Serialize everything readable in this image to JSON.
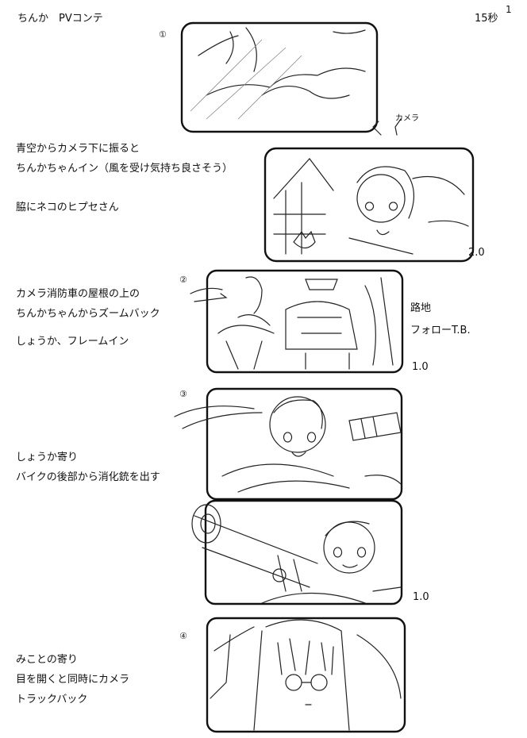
{
  "header": {
    "title": "ちんか　PVコンテ",
    "duration": "15秒",
    "page_number": "1"
  },
  "cuts": [
    {
      "number": "1",
      "notes": [
        "青空からカメラ下に振ると",
        "ちんかちゃんイン（風を受け気持ち良さそう）",
        "脇にネコのヒプセさん"
      ],
      "camera_label": "カメラ",
      "time": "2.0"
    },
    {
      "number": "2",
      "notes": [
        "カメラ消防車の屋根の上の",
        "ちんかちゃんからズームバック",
        "しょうか、フレームイン"
      ],
      "side_notes": [
        "路地",
        "フォローT.B."
      ],
      "time": "1.0"
    },
    {
      "number": "3",
      "notes": [
        "しょうか寄り",
        "バイクの後部から消化銃を出す"
      ],
      "time": "1.0"
    },
    {
      "number": "4",
      "notes": [
        "みことの寄り",
        "目を開くと同時にカメラ",
        "トラックバック"
      ]
    }
  ]
}
